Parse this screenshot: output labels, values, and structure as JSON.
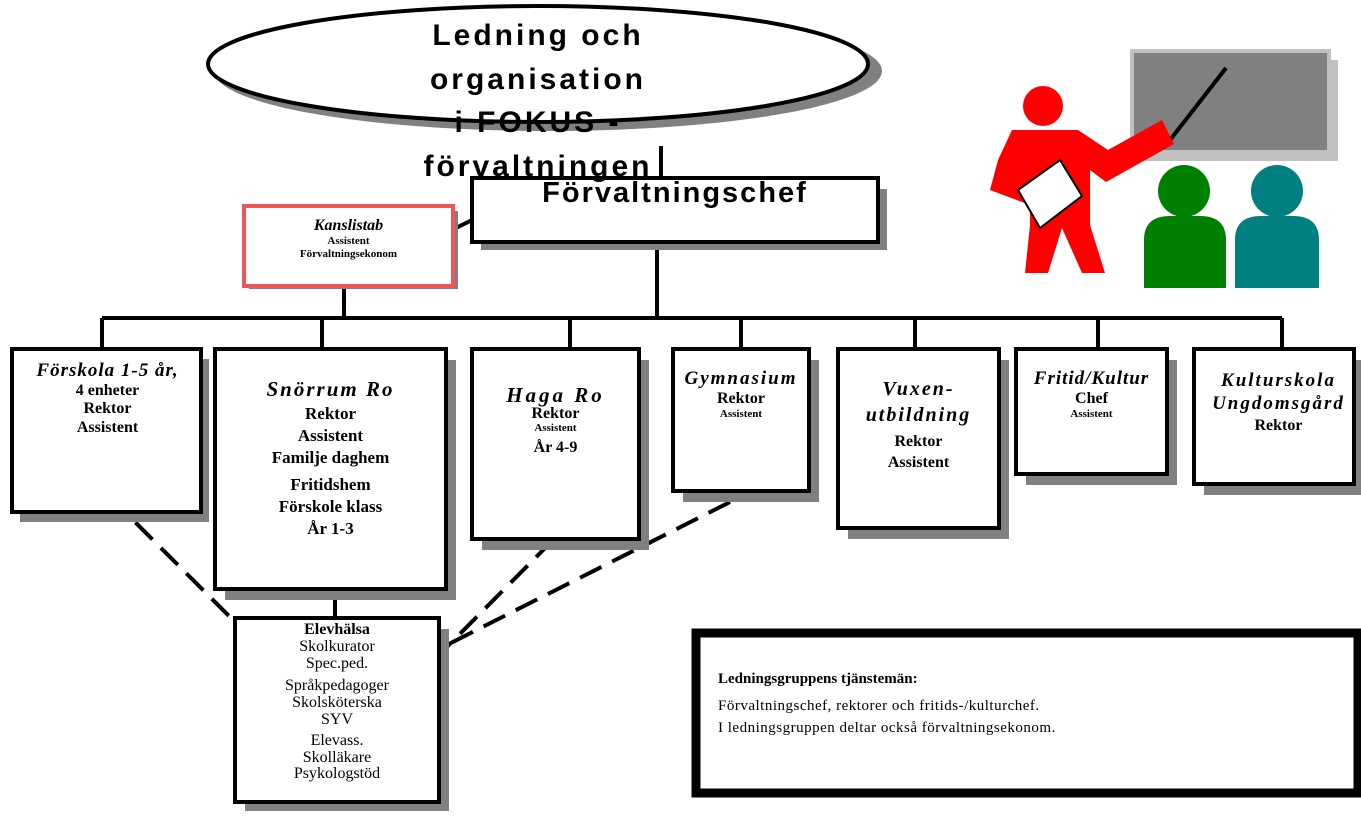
{
  "title": {
    "line1": "Ledning och organisation",
    "line2": "i FOKUS - förvaltningen"
  },
  "chief": {
    "label": "Förvaltningschef"
  },
  "kansli": {
    "title": "Kanslistab",
    "line1": "Assistent",
    "line2": "Förvaltningsekonom"
  },
  "units": [
    {
      "title": "Förskola 1-5 år,",
      "lines": [
        "4 enheter",
        "Rektor",
        "Assistent"
      ]
    },
    {
      "title": "Snörrum Ro",
      "lines": [
        "Rektor",
        "Assistent",
        "Familje daghem",
        "Fritidshem",
        "Förskole klass",
        "År 1-3"
      ]
    },
    {
      "title": "Haga Ro",
      "lines": [
        "Rektor",
        "Assistent",
        "År 4-9"
      ]
    },
    {
      "title": "Gymnasium",
      "lines": [
        "Rektor",
        "Assistent"
      ]
    },
    {
      "title_line1": "Vuxen-",
      "title_line2": "utbildning",
      "lines": [
        "Rektor",
        "Assistent"
      ]
    },
    {
      "title": "Fritid/Kultur",
      "lines": [
        "Chef",
        "Assistent"
      ]
    },
    {
      "title_line1": "Kulturskola",
      "title_line2": "Ungdomsgård",
      "lines": [
        "Rektor"
      ]
    }
  ],
  "elevhalsa": {
    "title": "Elevhälsa",
    "items": [
      "Skolkurator",
      "Spec.ped.",
      "Språkpedagoger",
      "Skolsköterska",
      "SYV",
      "Elevass.",
      "Skolläkare",
      "Psykologstöd"
    ]
  },
  "note": {
    "heading": "Ledningsgruppens tjänstemän:",
    "line1": "Förvaltningschef, rektorer och fritids-/kulturchef.",
    "line2": "I ledningsgruppen deltar också förvaltningsekonom."
  },
  "colors": {
    "presenter": "#ff0000",
    "person_green": "#008000",
    "person_teal": "#008080",
    "board": "#808080",
    "board_shadow": "#c0c0c0",
    "kansli_border": "#ee5555",
    "shadow": "#808080"
  },
  "icons": {
    "clipart": "presenter-with-pointer-icon"
  }
}
